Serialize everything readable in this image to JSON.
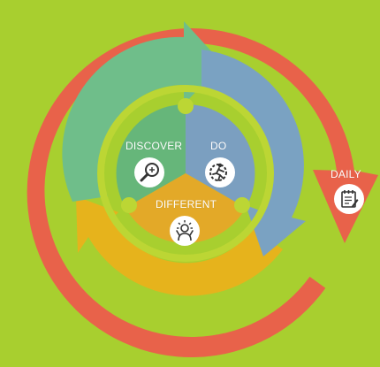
{
  "colors": {
    "background": "#a8cf2f",
    "outer_ring": "#e8624a",
    "green_arrow": "#6fbe8a",
    "blue_arrow": "#7aa2c2",
    "yellow_arrow": "#e6b31c",
    "hub_green": "#66b67a",
    "hub_blue": "#7b9fc0",
    "hub_yellow": "#e3a928",
    "ring_gap": "#bcd634",
    "icon_bg": "#ffffff",
    "icon_fg": "#333333"
  },
  "labels": {
    "discover": "DISCOVER",
    "do": "DO",
    "different": "DIFFERENT",
    "daily": "DAILY"
  },
  "icons": {
    "discover": "magnifier-icon",
    "do": "runner-gear-icon",
    "different": "lightbulb-person-icon",
    "daily": "notepad-icon"
  }
}
